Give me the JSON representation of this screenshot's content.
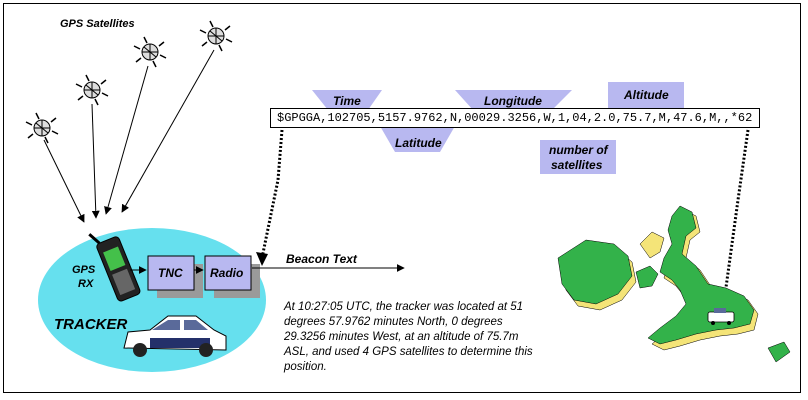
{
  "labels": {
    "gps_satellites": "GPS Satellites",
    "time": "Time",
    "latitude": "Latitude",
    "longitude": "Longitude",
    "number_of_satellites_line1": "number of",
    "number_of_satellites_line2": "satellites",
    "altitude": "Altitude",
    "gps_rx_line1": "GPS",
    "gps_rx_line2": "RX",
    "tnc": "TNC",
    "radio": "Radio",
    "beacon_text": "Beacon Text",
    "tracker": "TRACKER"
  },
  "nmea_sentence": "$GPGGA,102705,5157.9762,N,00029.3256,W,1,04,2.0,75.7,M,47.6,M,,*62",
  "description": "At 10:27:05 UTC, the tracker was located at 51 degrees 57.9762 minutes North, 0 degrees 29.3256 minutes West, at an altitude of 75.7m ASL, and used 4 GPS satellites to determine this position.",
  "colors": {
    "highlight": "#b8b8f0",
    "tracker_area": "#66e0ee",
    "map_green": "#33b24a",
    "map_side": "#f4e478",
    "box_fill": "#b8b8f0",
    "box_shadow": "#9a9a9a"
  }
}
